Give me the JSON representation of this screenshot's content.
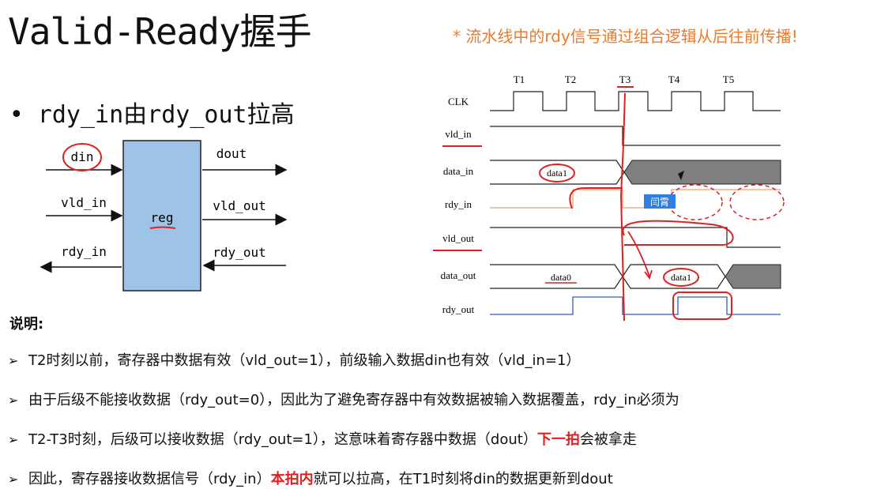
{
  "slide": {
    "title": "Valid-Ready握手",
    "note": "* 流水线中的rdy信号通过组合逻辑从后往前传播!",
    "bullet": "rdy_in由rdy_out拉高"
  },
  "block_diagram": {
    "register_label": "reg",
    "inputs": [
      "din",
      "vld_in"
    ],
    "outputs": [
      "dout",
      "vld_out"
    ],
    "left_output": "rdy_in",
    "right_input": "rdy_out"
  },
  "timing": {
    "clock_labels": [
      "T1",
      "T2",
      "T3",
      "T4",
      "T5"
    ],
    "signals": [
      "CLK",
      "vld_in",
      "data_in",
      "rdy_in",
      "vld_out",
      "data_out",
      "rdy_out"
    ],
    "data_in_value": "data1",
    "data_out_values": [
      "data0",
      "data1"
    ],
    "overlay_label": "闫霄"
  },
  "explanation": {
    "title": "说明:",
    "items": [
      {
        "text": "T2时刻以前，寄存器中数据有效（vld_out=1），前级输入数据din也有效（vld_in=1）"
      },
      {
        "text": "由于后级不能接收数据（rdy_out=0），因此为了避免寄存器中有效数据被输入数据覆盖，rdy_in必须为"
      },
      {
        "before": "T2-T3时刻，后级可以接收数据（rdy_out=1），这意味着寄存器中数据（dout）",
        "emph": "下一拍",
        "after": "会被拿走"
      },
      {
        "before": "因此，寄存器接收数据信号（rdy_in）",
        "emph": "本拍内",
        "after": "就可以拉高，在T1时刻将din的数据更新到dout"
      }
    ]
  },
  "colors": {
    "title": "#111111",
    "note": "#e87b2c",
    "emphasis": "#e02020",
    "register": "#9dc3e6",
    "annotation": "#e02020",
    "badge": "#2f7fe0"
  }
}
